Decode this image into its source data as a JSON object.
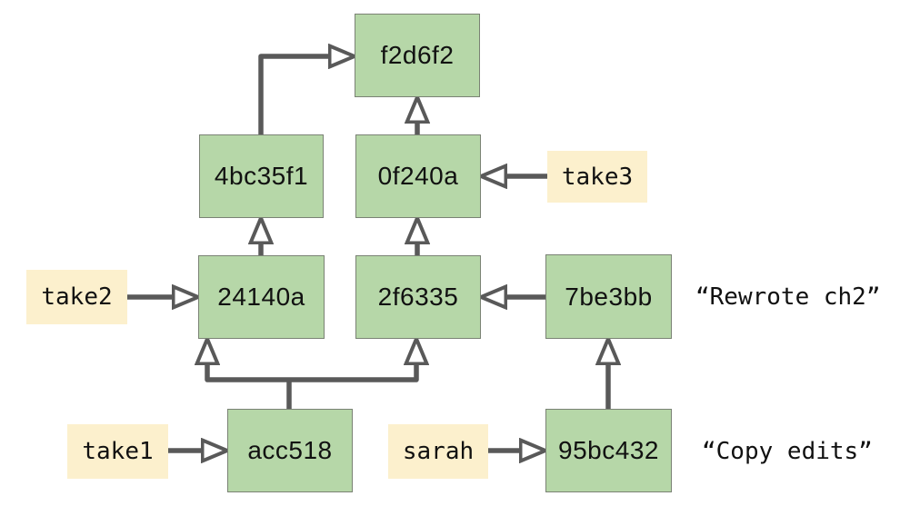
{
  "colors": {
    "commit_fill": "#b6d7a8",
    "commit_border": "#7a8274",
    "tag_fill": "#fcf0cd",
    "arrow": "#595959",
    "text": "#111111",
    "background": "#ffffff"
  },
  "diagram": {
    "type": "git-commit-dag",
    "commits": [
      {
        "label": "f2d6f2"
      },
      {
        "label": "4bc35f1"
      },
      {
        "label": "0f240a"
      },
      {
        "label": "24140a"
      },
      {
        "label": "2f6335"
      },
      {
        "label": "7be3bb"
      },
      {
        "label": "acc518"
      },
      {
        "label": "95bc432"
      }
    ],
    "tags": [
      {
        "label": "take3"
      },
      {
        "label": "take2"
      },
      {
        "label": "take1"
      },
      {
        "label": "sarah"
      }
    ],
    "annotations": [
      {
        "text": "“Rewrote ch2”"
      },
      {
        "text": "“Copy edits”"
      }
    ],
    "edges": [
      {
        "from": "4bc35f1",
        "to": "f2d6f2",
        "type": "parent"
      },
      {
        "from": "0f240a",
        "to": "f2d6f2",
        "type": "parent"
      },
      {
        "from": "take3",
        "to": "0f240a",
        "type": "ref"
      },
      {
        "from": "24140a",
        "to": "4bc35f1",
        "type": "parent"
      },
      {
        "from": "2f6335",
        "to": "0f240a",
        "type": "parent"
      },
      {
        "from": "take2",
        "to": "24140a",
        "type": "ref"
      },
      {
        "from": "7be3bb",
        "to": "2f6335",
        "type": "parent"
      },
      {
        "from": "acc518",
        "to": "24140a",
        "type": "parent"
      },
      {
        "from": "acc518",
        "to": "2f6335",
        "type": "parent"
      },
      {
        "from": "95bc432",
        "to": "7be3bb",
        "type": "parent"
      },
      {
        "from": "take1",
        "to": "acc518",
        "type": "ref"
      },
      {
        "from": "sarah",
        "to": "95bc432",
        "type": "ref"
      }
    ]
  }
}
